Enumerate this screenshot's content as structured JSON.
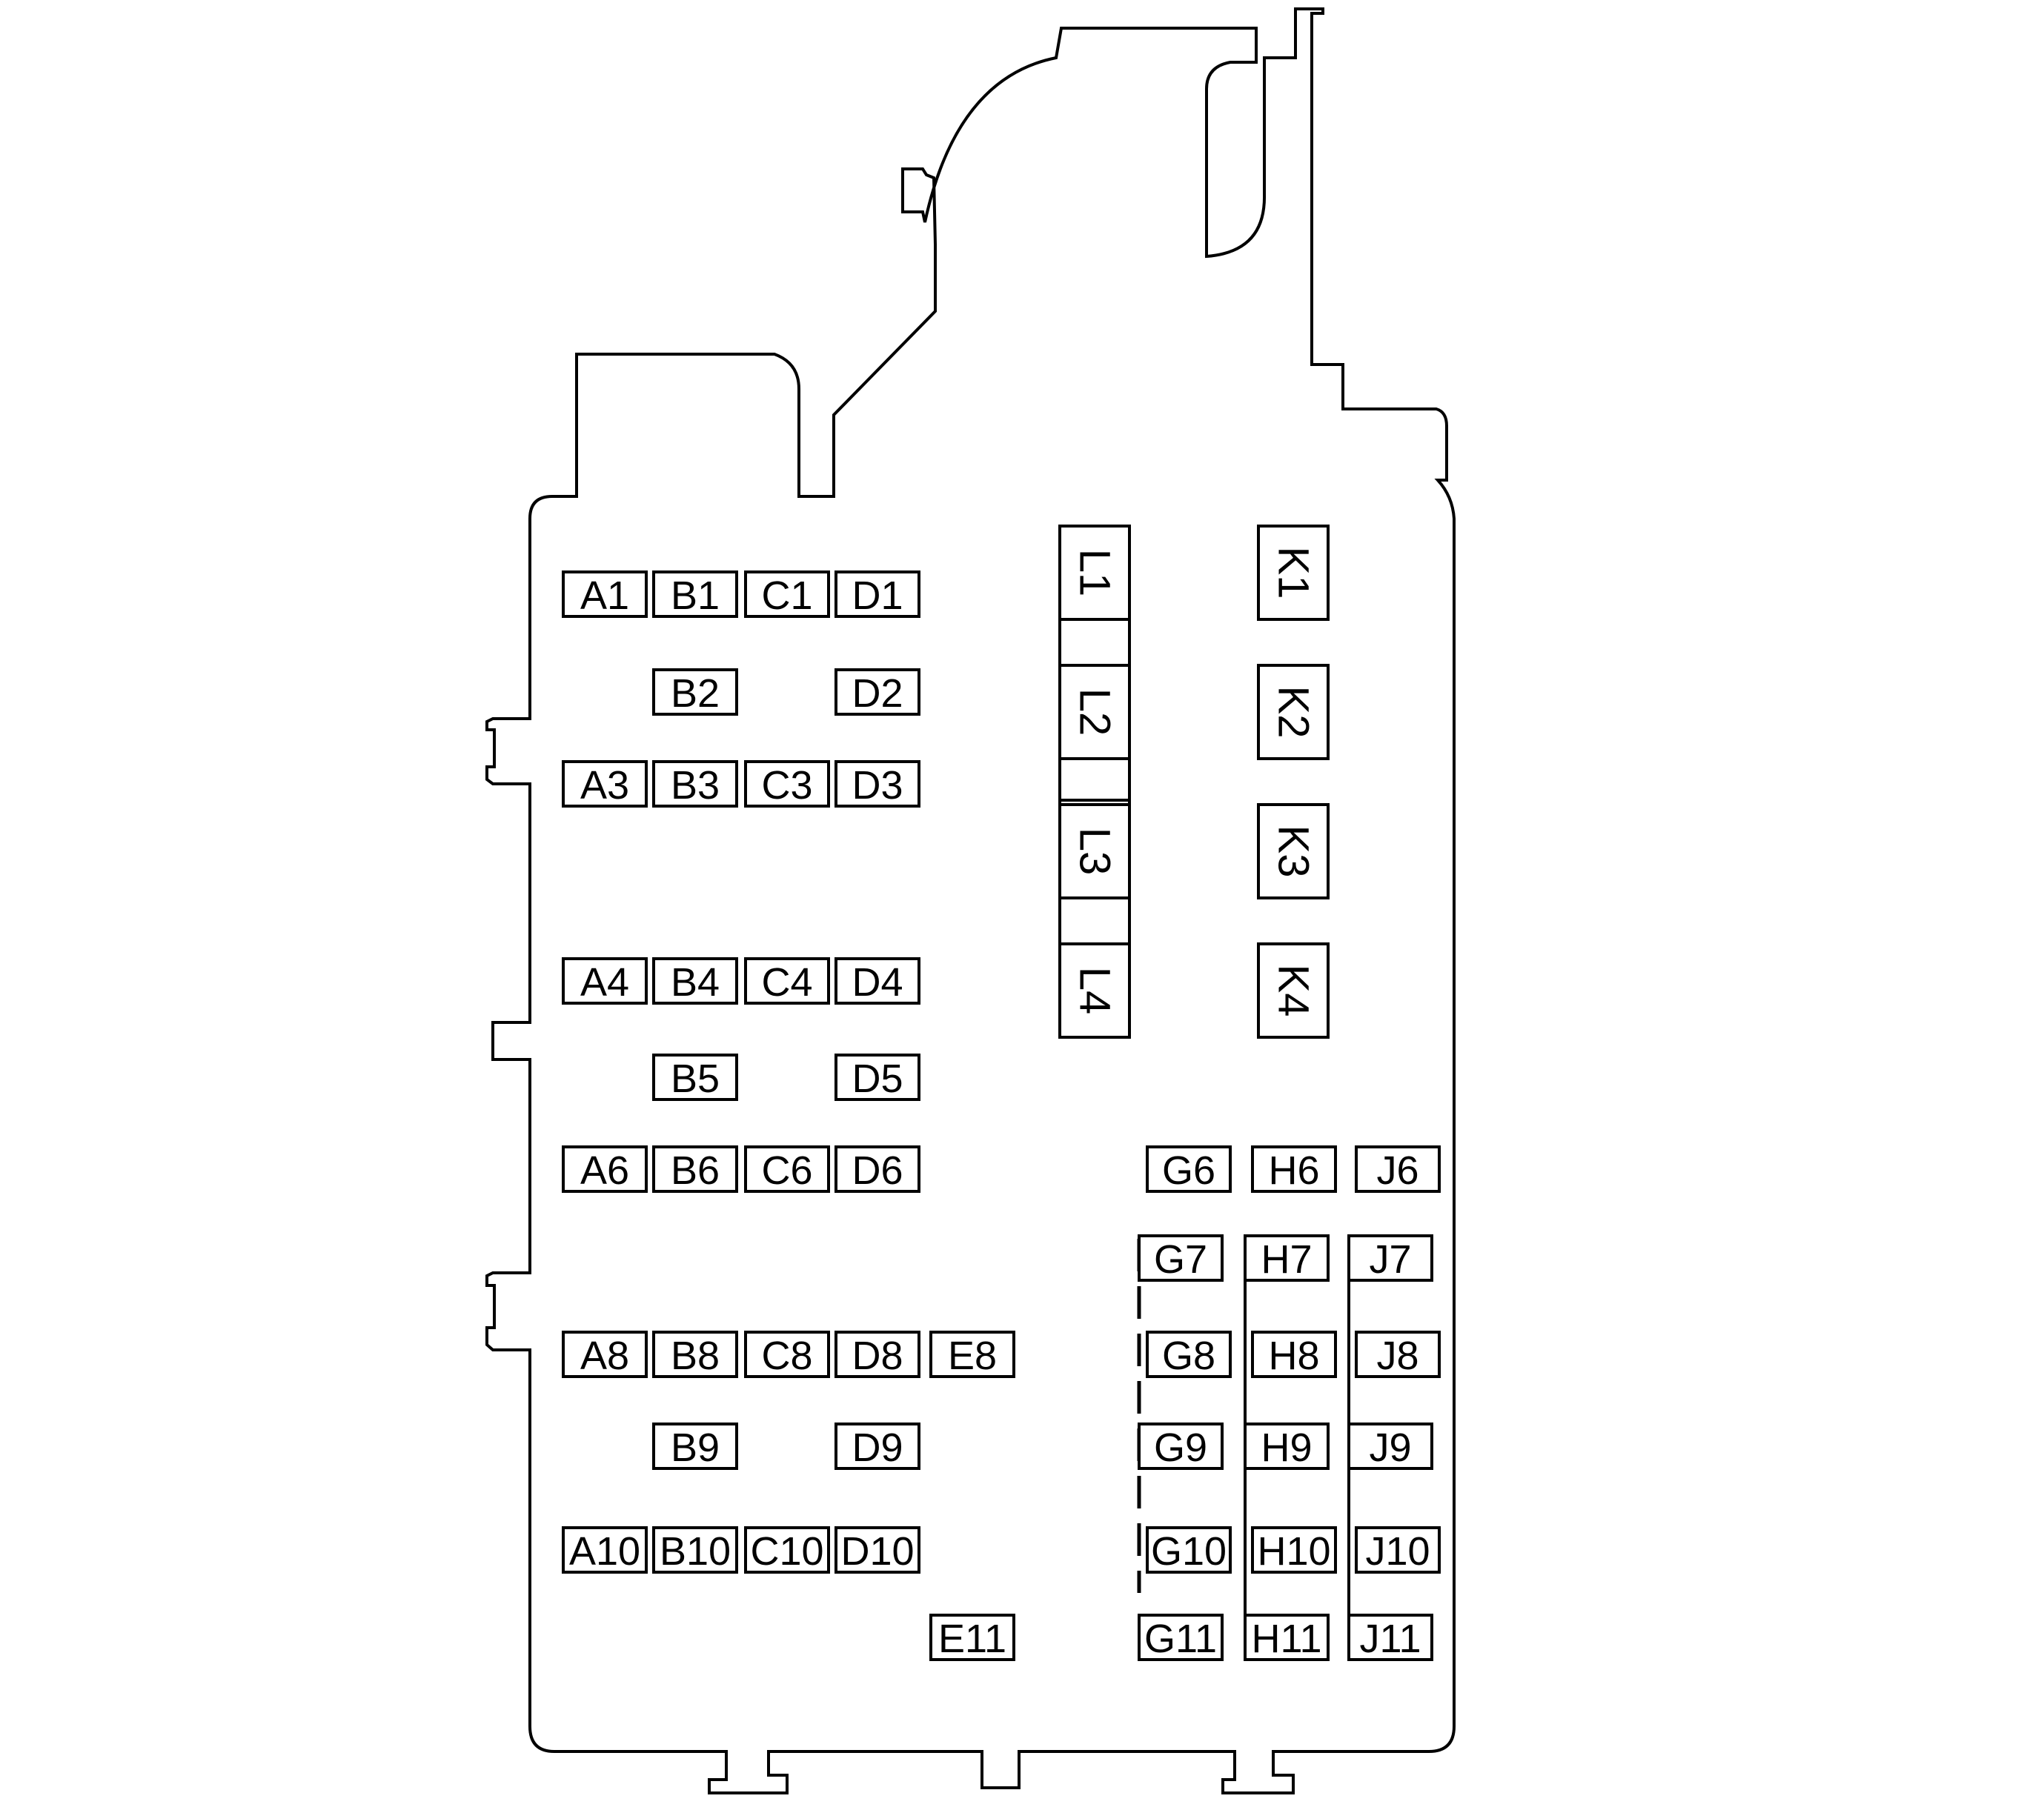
{
  "fuses": [
    {
      "id": "A1",
      "label": "A1"
    },
    {
      "id": "B1",
      "label": "B1"
    },
    {
      "id": "C1",
      "label": "C1"
    },
    {
      "id": "D1",
      "label": "D1"
    },
    {
      "id": "B2",
      "label": "B2"
    },
    {
      "id": "D2",
      "label": "D2"
    },
    {
      "id": "A3",
      "label": "A3"
    },
    {
      "id": "B3",
      "label": "B3"
    },
    {
      "id": "C3",
      "label": "C3"
    },
    {
      "id": "D3",
      "label": "D3"
    },
    {
      "id": "A4",
      "label": "A4"
    },
    {
      "id": "B4",
      "label": "B4"
    },
    {
      "id": "C4",
      "label": "C4"
    },
    {
      "id": "D4",
      "label": "D4"
    },
    {
      "id": "B5",
      "label": "B5"
    },
    {
      "id": "D5",
      "label": "D5"
    },
    {
      "id": "A6",
      "label": "A6"
    },
    {
      "id": "B6",
      "label": "B6"
    },
    {
      "id": "C6",
      "label": "C6"
    },
    {
      "id": "D6",
      "label": "D6"
    },
    {
      "id": "A8",
      "label": "A8"
    },
    {
      "id": "B8",
      "label": "B8"
    },
    {
      "id": "C8",
      "label": "C8"
    },
    {
      "id": "D8",
      "label": "D8"
    },
    {
      "id": "E8",
      "label": "E8"
    },
    {
      "id": "B9",
      "label": "B9"
    },
    {
      "id": "D9",
      "label": "D9"
    },
    {
      "id": "A10",
      "label": "A10"
    },
    {
      "id": "B10",
      "label": "B10"
    },
    {
      "id": "C10",
      "label": "C10"
    },
    {
      "id": "D10",
      "label": "D10"
    },
    {
      "id": "E11",
      "label": "E11"
    },
    {
      "id": "G6",
      "label": "G6"
    },
    {
      "id": "H6",
      "label": "H6"
    },
    {
      "id": "J6",
      "label": "J6"
    },
    {
      "id": "G7",
      "label": "G7"
    },
    {
      "id": "H7",
      "label": "H7"
    },
    {
      "id": "J7",
      "label": "J7"
    },
    {
      "id": "G8",
      "label": "G8"
    },
    {
      "id": "H8",
      "label": "H8"
    },
    {
      "id": "J8",
      "label": "J8"
    },
    {
      "id": "G9",
      "label": "G9"
    },
    {
      "id": "H9",
      "label": "H9"
    },
    {
      "id": "J9",
      "label": "J9"
    },
    {
      "id": "G10",
      "label": "G10"
    },
    {
      "id": "H10",
      "label": "H10"
    },
    {
      "id": "J10",
      "label": "J10"
    },
    {
      "id": "G11",
      "label": "G11"
    },
    {
      "id": "H11",
      "label": "H11"
    },
    {
      "id": "J11",
      "label": "J11"
    }
  ],
  "relays": [
    {
      "id": "L1",
      "label": "L1"
    },
    {
      "id": "L2",
      "label": "L2"
    },
    {
      "id": "L3",
      "label": "L3"
    },
    {
      "id": "L4",
      "label": "L4"
    },
    {
      "id": "K1",
      "label": "K1"
    },
    {
      "id": "K2",
      "label": "K2"
    },
    {
      "id": "K3",
      "label": "K3"
    },
    {
      "id": "K4",
      "label": "K4"
    }
  ]
}
